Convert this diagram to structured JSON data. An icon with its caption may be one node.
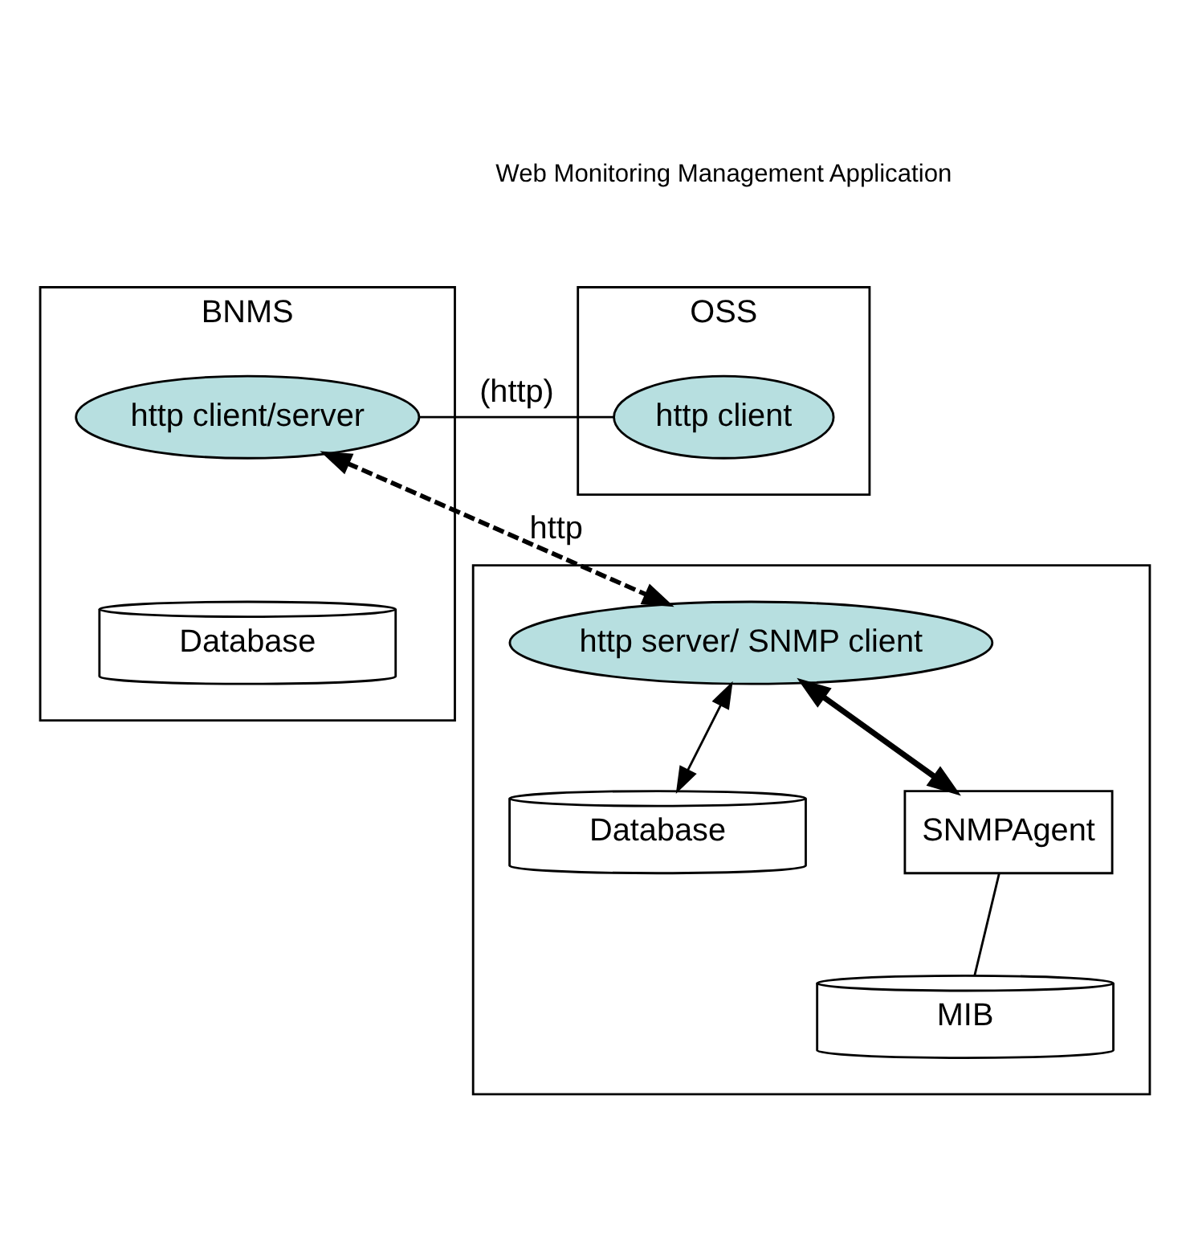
{
  "diagram": {
    "nodes": [
      {
        "text": [
          "BNMS"
        ]
      },
      {
        "text": [
          "http client/server"
        ],
        "in": 0
      },
      {
        "text": [
          "Database"
        ],
        "in": 0
      },
      {
        "text": [
          "OSS"
        ]
      },
      {
        "text": [
          "http client"
        ],
        "in": 3
      },
      {
        "text": [],
        "shape": "box"
      },
      {
        "text": [
          "http server/ SNMP client"
        ],
        "in": 5
      },
      {
        "text": [
          "Database"
        ],
        "in": 5
      },
      {
        "text": [
          "SNMPAgent"
        ],
        "in": 5
      },
      {
        "text": [
          "MIB"
        ],
        "in": 5
      }
    ],
    "edges": [
      {
        "from": 1,
        "to": 4,
        "arrow": "none",
        "label": "(http)"
      },
      {
        "from": 1,
        "to": 6,
        "arrow": "both",
        "label": "http",
        "style": "dashed"
      },
      {
        "from": 6,
        "to": 7,
        "arrow": "both"
      },
      {
        "from": 6,
        "to": 8,
        "arrow": "both",
        "style": "thick"
      },
      {
        "from": 8,
        "to": 9,
        "arrow": "none"
      }
    ],
    "labels": [
      "Web Monitoring Management Application"
    ]
  }
}
